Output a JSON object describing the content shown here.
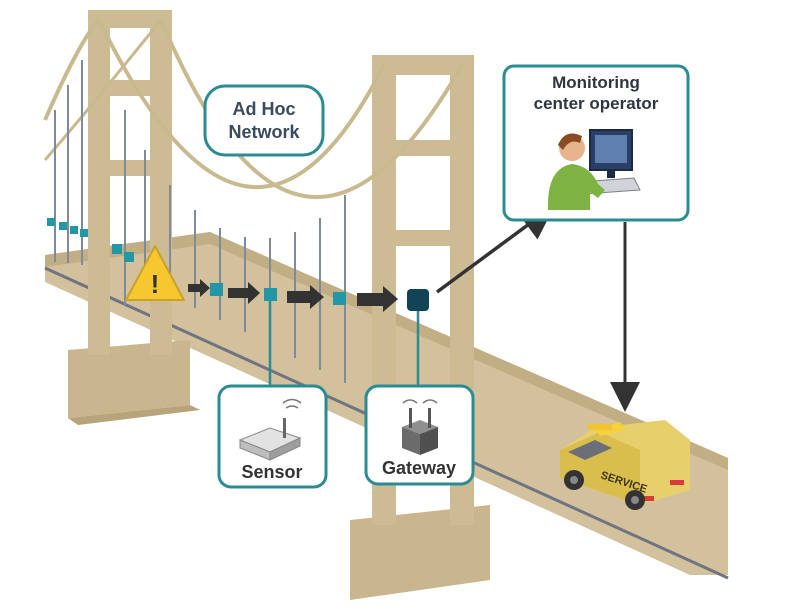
{
  "labels": {
    "adhoc_line1": "Ad Hoc",
    "adhoc_line2": "Network",
    "monitor_line1": "Monitoring",
    "monitor_line2": "center operator",
    "sensor": "Sensor",
    "gateway": "Gateway",
    "warning_symbol": "!",
    "van_text": "SERVICE"
  },
  "colors": {
    "bridge": "#cdbb94",
    "bridge_shadow": "#b8a47a",
    "cable": "#c9b98f",
    "hanger": "#7f8b9b",
    "callout_border": "#2a8c92",
    "callout_text": "#3b4a5c",
    "sensor_node": "#2497a6",
    "gateway_node": "#114556",
    "arrow": "#333333",
    "warning_fill": "#f7c72f",
    "van_body": "#e7d06b",
    "road_line": "#6e7580"
  },
  "icons": [
    "warning-icon",
    "router-icon",
    "gateway-icon",
    "operator-icon",
    "service-van-icon"
  ]
}
